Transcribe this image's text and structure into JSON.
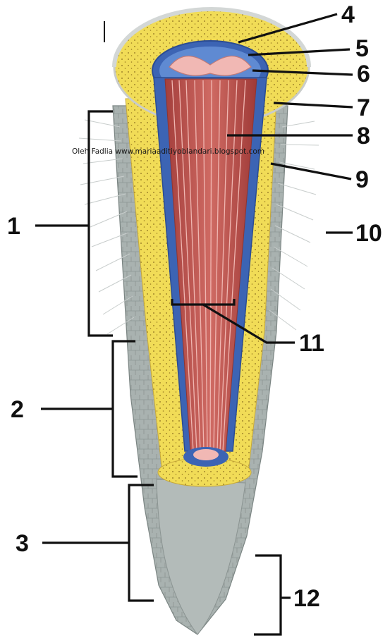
{
  "watermark": "Oleh Fadlia www.mariaaditiyoblandari.blogspot.com",
  "labels": {
    "n1": "1",
    "n2": "2",
    "n3": "3",
    "n4": "4",
    "n5": "5",
    "n6": "6",
    "n7": "7",
    "n8": "8",
    "n9": "9",
    "n10": "10",
    "n11": "11",
    "n12": "12"
  },
  "colors": {
    "epidermis": "#a3acaa",
    "cortex": "#f1dc57",
    "endodermis": "#3c64b4",
    "xylem": "#c45853",
    "phloem": "#f1b8b4",
    "root_hair": "#c8cdcc"
  }
}
